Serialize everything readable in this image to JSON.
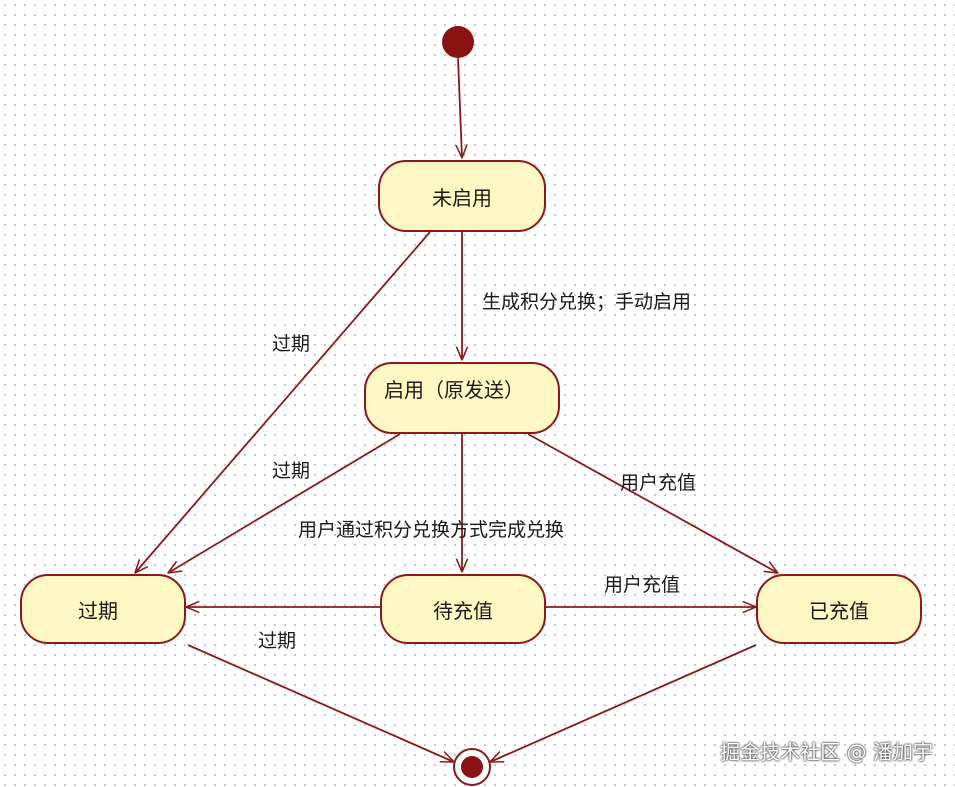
{
  "states": {
    "not_enabled": "未启用",
    "enabled": "启用（原发送）",
    "expired": "过期",
    "pending": "待充值",
    "recharged": "已充值"
  },
  "transitions": {
    "generate_enable": "生成积分兑换；手动启用",
    "expire_from_not_enabled": "过期",
    "expire_from_enabled": "过期",
    "pending_via_redeem": "用户通过积分兑换方式完成兑换",
    "user_recharge_from_enabled": "用户充值",
    "user_recharge_from_pending": "用户充值",
    "expire_from_pending": "过期"
  },
  "watermark": "掘金技术社区 @ 潘加宇",
  "colors": {
    "state_fill": "#fdf7c4",
    "state_border": "#8a1a1a",
    "arrow": "#8a1a1a",
    "node_fill": "#8a1212"
  }
}
